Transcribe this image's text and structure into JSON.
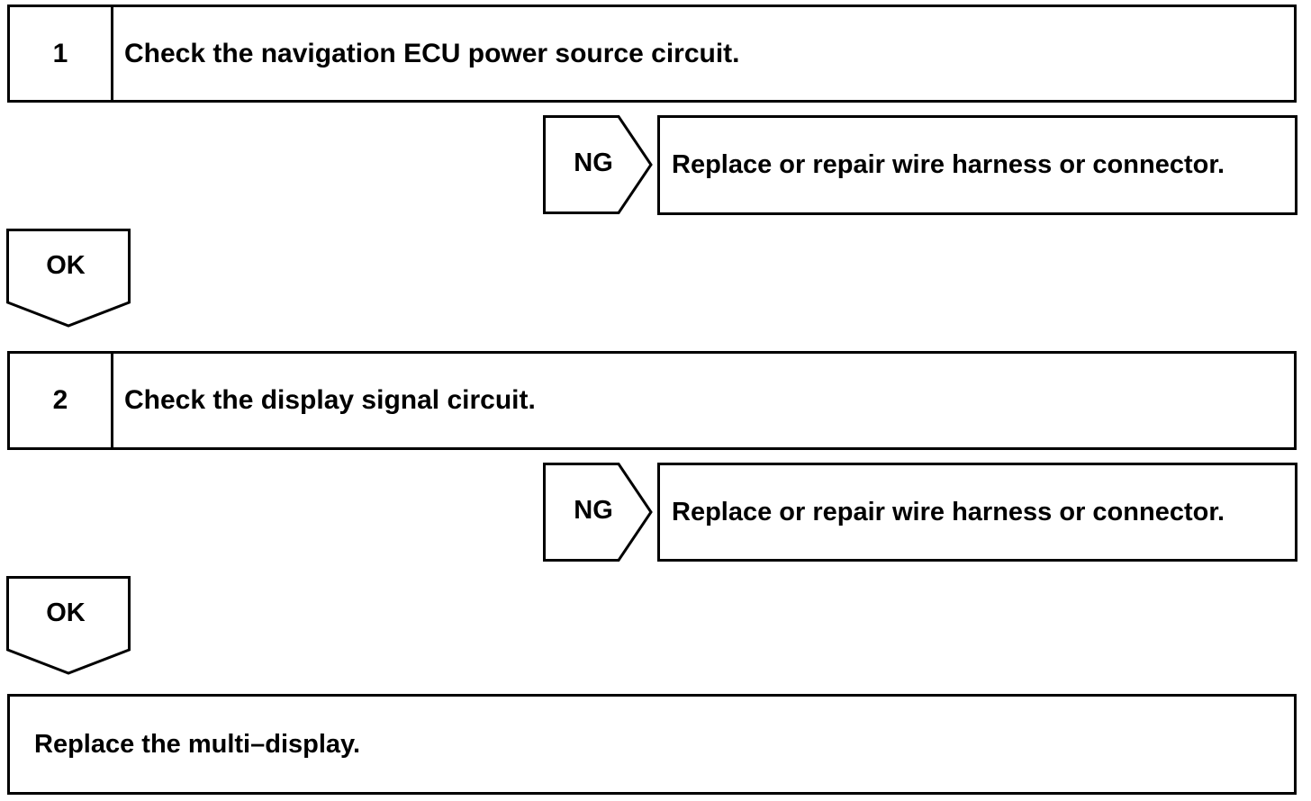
{
  "steps": [
    {
      "number": "1",
      "text": "Check the navigation ECU power source circuit.",
      "ng_label": "NG",
      "ng_action": "Replace or repair wire harness or connector.",
      "ok_label": "OK"
    },
    {
      "number": "2",
      "text": "Check the display signal circuit.",
      "ng_label": "NG",
      "ng_action": "Replace or repair wire harness or connector.",
      "ok_label": "OK"
    }
  ],
  "final_action": "Replace the multi–display."
}
